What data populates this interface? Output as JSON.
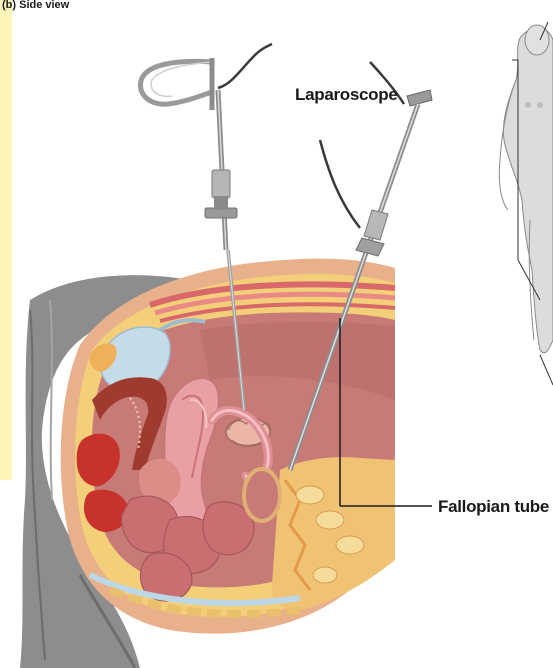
{
  "figure": {
    "caption_fragment": "(b) Side view",
    "labels": {
      "laparoscope": "Laparoscope",
      "fallopian_tube": "Fallopian tube"
    },
    "colors": {
      "background_band": "#fdf5b8",
      "skin": "#e9b08c",
      "fat": "#f3cf7a",
      "cavity": "#c77a76",
      "uterus": "#e9a0a4",
      "bladder": "#c5dbe8",
      "drape": "#8d8d8d",
      "instrument": "#9a9a9a"
    }
  }
}
